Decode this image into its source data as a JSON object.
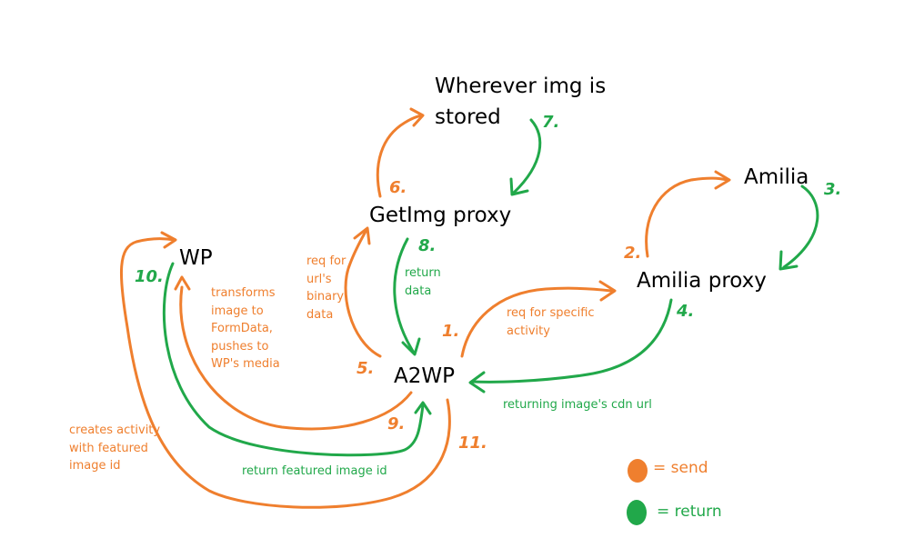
{
  "colors": {
    "send": "#ef7f2e",
    "return": "#21a84a"
  },
  "nodes": {
    "storage_line1": "Wherever img is",
    "storage_line2": "stored",
    "amilia": "Amilia",
    "getimg_proxy": "GetImg proxy",
    "wp": "WP",
    "amilia_proxy": "Amilia proxy",
    "a2wp": "A2WP"
  },
  "steps": {
    "s1": "1.",
    "s2": "2.",
    "s3": "3.",
    "s4": "4.",
    "s5": "5.",
    "s6": "6.",
    "s7": "7.",
    "s8": "8.",
    "s9": "9.",
    "s10": "10.",
    "s11": "11."
  },
  "annotations": {
    "req_url_binary": "req for\nurl's\nbinary\ndata",
    "return_data": "return\ndata",
    "req_specific_activity": "req for specific\nactivity",
    "transforms_image": "transforms\nimage to\nFormData,\npushes to\nWP's media",
    "returning_cdn_url": "returning image's cdn url",
    "creates_activity": "creates activity\nwith featured\nimage id",
    "return_featured_id": "return featured image id"
  },
  "legend": {
    "send": "= send",
    "return": "= return"
  }
}
